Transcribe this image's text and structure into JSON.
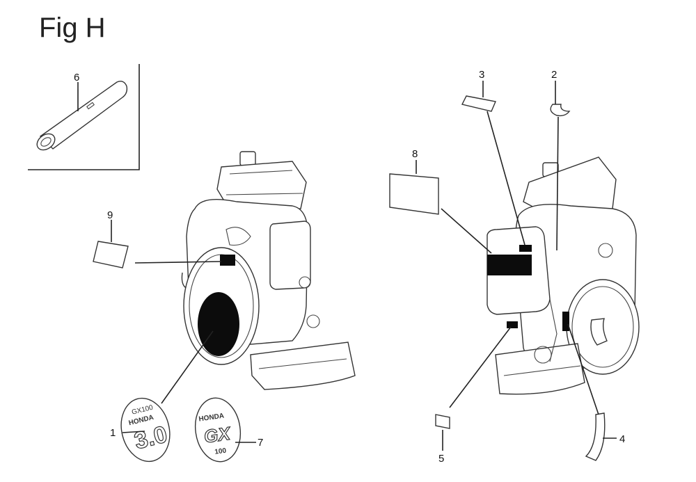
{
  "figure": {
    "title": "Fig H"
  },
  "callouts": [
    {
      "id": "6",
      "label": "6"
    },
    {
      "id": "9",
      "label": "9"
    },
    {
      "id": "1",
      "label": "1"
    },
    {
      "id": "7",
      "label": "7"
    },
    {
      "id": "8",
      "label": "8"
    },
    {
      "id": "3",
      "label": "3"
    },
    {
      "id": "2",
      "label": "2"
    },
    {
      "id": "5",
      "label": "5"
    },
    {
      "id": "4",
      "label": "4"
    }
  ],
  "emblems": {
    "left": {
      "line1": "GX100",
      "line2": "HONDA",
      "line3": "3.0"
    },
    "right": {
      "line1": "HONDA",
      "line2": "GX",
      "line3": "100"
    }
  },
  "colors": {
    "ink": "#222222",
    "background": "#ffffff"
  }
}
